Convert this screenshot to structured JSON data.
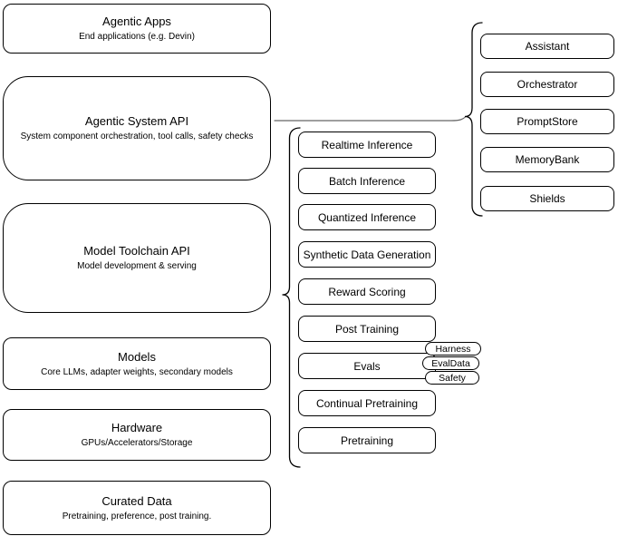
{
  "diagram": {
    "left_column": [
      {
        "title": "Agentic Apps",
        "subtitle": "End applications (e.g. Devin)"
      },
      {
        "title": "Agentic System API",
        "subtitle": "System component orchestration, tool calls, safety checks"
      },
      {
        "title": "Model Toolchain API",
        "subtitle": "Model development & serving"
      },
      {
        "title": "Models",
        "subtitle": "Core LLMs, adapter weights, secondary models"
      },
      {
        "title": "Hardware",
        "subtitle": "GPUs/Accelerators/Storage"
      },
      {
        "title": "Curated Data",
        "subtitle": "Pretraining, preference, post training."
      }
    ],
    "toolchain_components": [
      "Realtime Inference",
      "Batch Inference",
      "Quantized Inference",
      "Synthetic Data Generation",
      "Reward Scoring",
      "Post Training",
      "Evals",
      "Continual Pretraining",
      "Pretraining"
    ],
    "eval_tags": [
      "Harness",
      "EvalData",
      "Safety"
    ],
    "system_components": [
      "Assistant",
      "Orchestrator",
      "PromptStore",
      "MemoryBank",
      "Shields"
    ],
    "colors": {
      "stroke": "#000000",
      "connector": "#666666",
      "background": "#ffffff"
    }
  }
}
